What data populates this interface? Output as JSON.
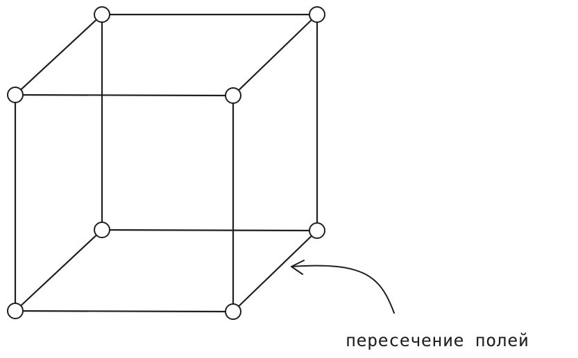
{
  "diagram": {
    "annotation_label": "пересечение полей",
    "stroke_color": "#1e1e1e",
    "background_color": "#ffffff",
    "vertices": [
      {
        "id": "front-top-left"
      },
      {
        "id": "front-top-right"
      },
      {
        "id": "front-bottom-left"
      },
      {
        "id": "front-bottom-right"
      },
      {
        "id": "back-top-left"
      },
      {
        "id": "back-top-right"
      },
      {
        "id": "back-bottom-left"
      },
      {
        "id": "back-bottom-right"
      }
    ],
    "edges": [
      [
        "front-top-left",
        "front-top-right"
      ],
      [
        "front-top-right",
        "front-bottom-right"
      ],
      [
        "front-bottom-right",
        "front-bottom-left"
      ],
      [
        "front-bottom-left",
        "front-top-left"
      ],
      [
        "back-top-left",
        "back-top-right"
      ],
      [
        "back-top-right",
        "back-bottom-right"
      ],
      [
        "back-bottom-right",
        "back-bottom-left"
      ],
      [
        "back-bottom-left",
        "back-top-left"
      ],
      [
        "front-top-left",
        "back-top-left"
      ],
      [
        "front-top-right",
        "back-top-right"
      ],
      [
        "front-bottom-left",
        "back-bottom-left"
      ],
      [
        "front-bottom-right",
        "back-bottom-right"
      ]
    ],
    "annotation_target_edge": [
      "front-bottom-right",
      "back-bottom-right"
    ]
  }
}
